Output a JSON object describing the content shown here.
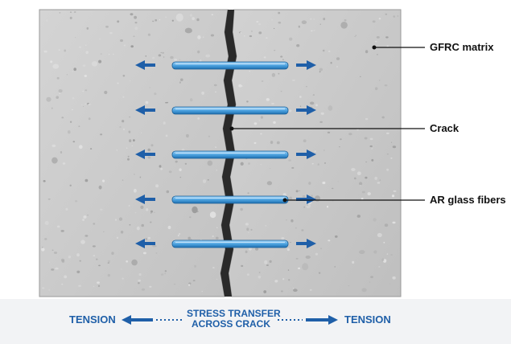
{
  "labels": {
    "matrix": "GFRC matrix",
    "crack": "Crack",
    "fibers": "AR glass fibers"
  },
  "bottom": {
    "tension_left": "TENSION",
    "tension_right": "TENSION",
    "stress_line1": "STRESS TRANSFER",
    "stress_line2": "ACROSS CRACK"
  },
  "colors": {
    "matrix": "#c9c9c9",
    "fiber": "#4da3e0",
    "arrow": "#1f5fa8",
    "crack": "#2a2a2a",
    "label_text": "#111111",
    "bottom_bg": "#f2f3f5"
  }
}
